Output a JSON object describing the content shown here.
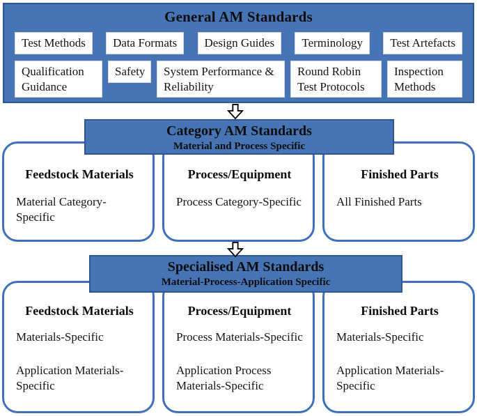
{
  "general": {
    "title": "General AM Standards",
    "row1": [
      "Test Methods",
      "Data Formats",
      "Design Guides",
      "Terminology",
      "Test Artefacts"
    ],
    "row2": [
      "Qualification Guidance",
      "Safety",
      "System Performance & Reliability",
      "Round Robin Test Protocols",
      "Inspection Methods"
    ]
  },
  "category": {
    "title": "Category AM Standards",
    "subtitle": "Material and Process Specific",
    "boxes": [
      {
        "heading": "Feedstock Materials",
        "items": [
          "Material Category-Specific"
        ]
      },
      {
        "heading": "Process/Equipment",
        "items": [
          "Process Category-Specific"
        ]
      },
      {
        "heading": "Finished Parts",
        "items": [
          "All Finished Parts"
        ]
      }
    ]
  },
  "specialised": {
    "title": "Specialised AM Standards",
    "subtitle": "Material-Process-Application Specific",
    "boxes": [
      {
        "heading": "Feedstock Materials",
        "items": [
          "Materials-Specific",
          "Application Materials-Specific"
        ]
      },
      {
        "heading": "Process/Equipment",
        "items": [
          "Process Materials-Specific",
          "Application Process Materials-Specific"
        ]
      },
      {
        "heading": "Finished Parts",
        "items": [
          "Materials-Specific",
          "Application Materials-Specific"
        ]
      }
    ]
  },
  "colors": {
    "panel_blue": "#4674B4",
    "panel_border": "#2F5597",
    "box_border": "#3E6FBE",
    "text_dark": "#151515",
    "chip_bg": "#FFFFFF"
  }
}
